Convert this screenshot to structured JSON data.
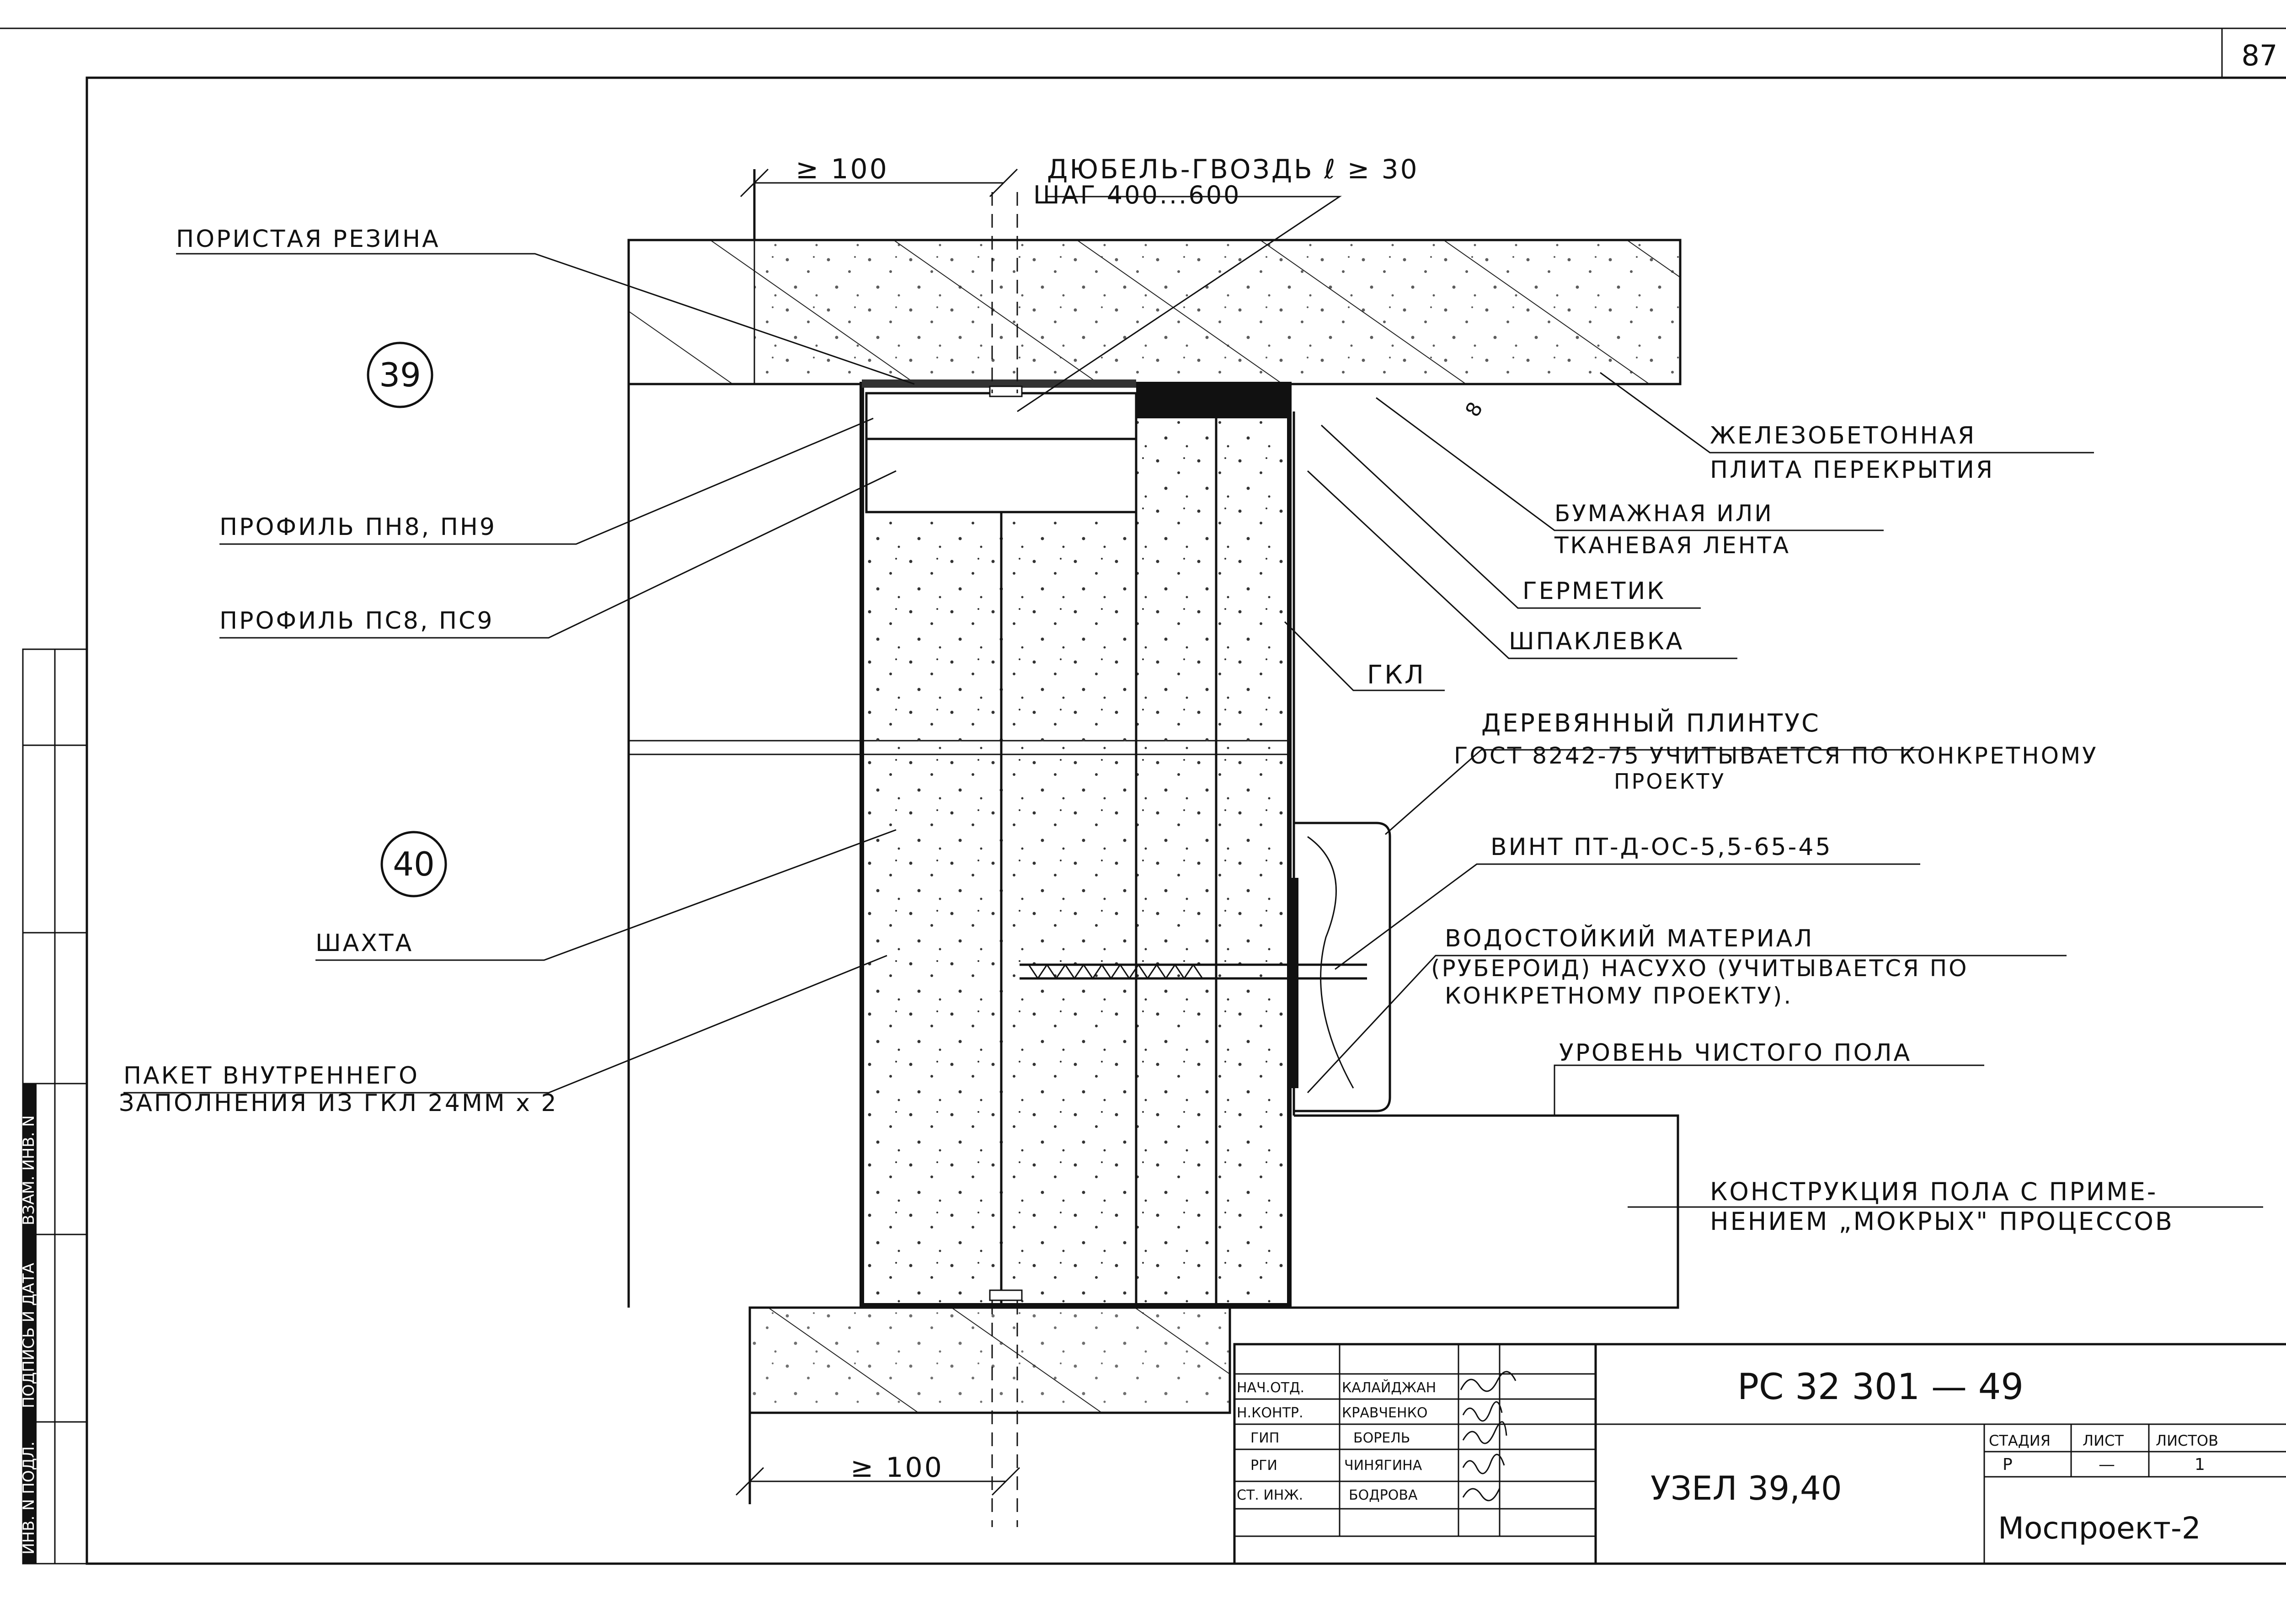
{
  "sheet": {
    "page_number": "87",
    "document_code": "РС 32 301 — 49",
    "drawing_title": "УЗЕЛ 39,40",
    "organization": "Моспроект-2",
    "stage_header": "СТАДИЯ",
    "sheet_header": "ЛИСТ",
    "sheets_header": "ЛИСТОВ",
    "stage_value": "Р",
    "sheet_value": "—",
    "sheets_value": "1"
  },
  "side_stamp": {
    "inv_podl": "ИНВ. N ПОДЛ.",
    "signature_date": "ПОДПИСЬ И ДАТА",
    "vzam_inv": "ВЗАМ. ИНВ. N"
  },
  "signatures": [
    {
      "role": "НАЧ.ОТД.",
      "name": "КАЛАЙДЖАН"
    },
    {
      "role": "Н.КОНТР.",
      "name": "КРАВЧЕНКО"
    },
    {
      "role": "ГИП",
      "name": "БОРЕЛЬ"
    },
    {
      "role": "РГИ",
      "name": "ЧИНЯГИНА"
    },
    {
      "role": "СТ. ИНЖ.",
      "name": "БОДРОВА"
    }
  ],
  "markers": {
    "m39": "39",
    "m40": "40"
  },
  "dimensions": {
    "top": "≥ 100",
    "bottom": "≥ 100",
    "gap": "8"
  },
  "labels": {
    "dowel_1": "ДЮБЕЛЬ-ГВОЗДЬ ℓ ≥ 30",
    "dowel_2": "ШАГ 400...600",
    "porous_rubber": "ПОРИСТАЯ РЕЗИНА",
    "slab_1": "ЖЕЛЕЗОБЕТОННАЯ",
    "slab_2": "ПЛИТА ПЕРЕКРЫТИЯ",
    "profile_pn": "ПРОФИЛЬ ПН8, ПН9",
    "profile_ps": "ПРОФИЛЬ ПС8, ПС9",
    "tape_1": "БУМАЖНАЯ ИЛИ",
    "tape_2": "ТКАНЕВАЯ ЛЕНТА",
    "sealant": "ГЕРМЕТИК",
    "putty": "ШПАКЛЕВКА",
    "gkl": "ГКЛ",
    "plinth_1": "ДЕРЕВЯННЫЙ ПЛИНТУС",
    "plinth_2": "ГОСТ 8242-75 УЧИТЫВАЕТСЯ ПО КОНКРЕТНОМУ",
    "plinth_3": "ПРОЕКТУ",
    "screw": "ВИНТ ПТ-Д-ОС-5,5-65-45",
    "waterproof_1": "ВОДОСТОЙКИЙ МАТЕРИАЛ",
    "waterproof_2": "(РУБЕРОИД) НАСУХО (УЧИТЫВАЕТСЯ ПО",
    "waterproof_3": "КОНКРЕТНОМУ ПРОЕКТУ).",
    "shaft": "ШАХТА",
    "floor_level": "УРОВЕНЬ ЧИСТОГО ПОЛА",
    "packet_1": "ПАКЕТ ВНУТРЕННЕГО",
    "packet_2": "ЗАПОЛНЕНИЯ ИЗ ГКЛ 24ММ х 2",
    "floor_1": "КОНСТРУКЦИЯ ПОЛА С ПРИМЕ-",
    "floor_2": "НЕНИЕМ „МОКРЫХ\" ПРОЦЕССОВ"
  }
}
